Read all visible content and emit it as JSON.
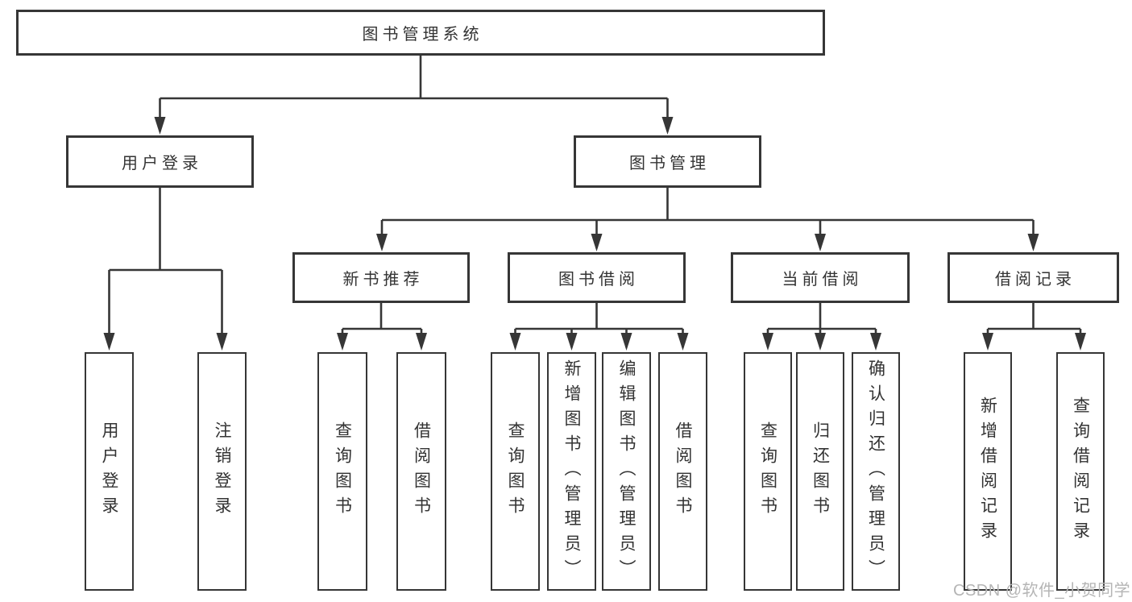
{
  "diagram": {
    "title": "图书管理系统",
    "type": "tree",
    "colors": {
      "line": "#363636",
      "box_border": "#363636",
      "text": "#333333",
      "background": "#ffffff",
      "watermark": "#b5b5b5"
    },
    "tree": {
      "root": {
        "label": "图书管理系统",
        "children": [
          {
            "label": "用户登录",
            "children": [
              {
                "label": "用户登录"
              },
              {
                "label": "注销登录"
              }
            ]
          },
          {
            "label": "图书管理",
            "children": [
              {
                "label": "新书推荐",
                "children": [
                  {
                    "label": "查询图书"
                  },
                  {
                    "label": "借阅图书"
                  }
                ]
              },
              {
                "label": "图书借阅",
                "children": [
                  {
                    "label": "查询图书"
                  },
                  {
                    "label": "新增图书（管理员）"
                  },
                  {
                    "label": "编辑图书（管理员）"
                  },
                  {
                    "label": "借阅图书"
                  }
                ]
              },
              {
                "label": "当前借阅",
                "children": [
                  {
                    "label": "查询图书"
                  },
                  {
                    "label": "归还图书"
                  },
                  {
                    "label": "确认归还（管理员）"
                  }
                ]
              },
              {
                "label": "借阅记录",
                "children": [
                  {
                    "label": "新增借阅记录"
                  },
                  {
                    "label": "查询借阅记录"
                  }
                ]
              }
            ]
          }
        ]
      }
    }
  },
  "watermark": {
    "text": "CSDN @软件_小贺同学"
  }
}
